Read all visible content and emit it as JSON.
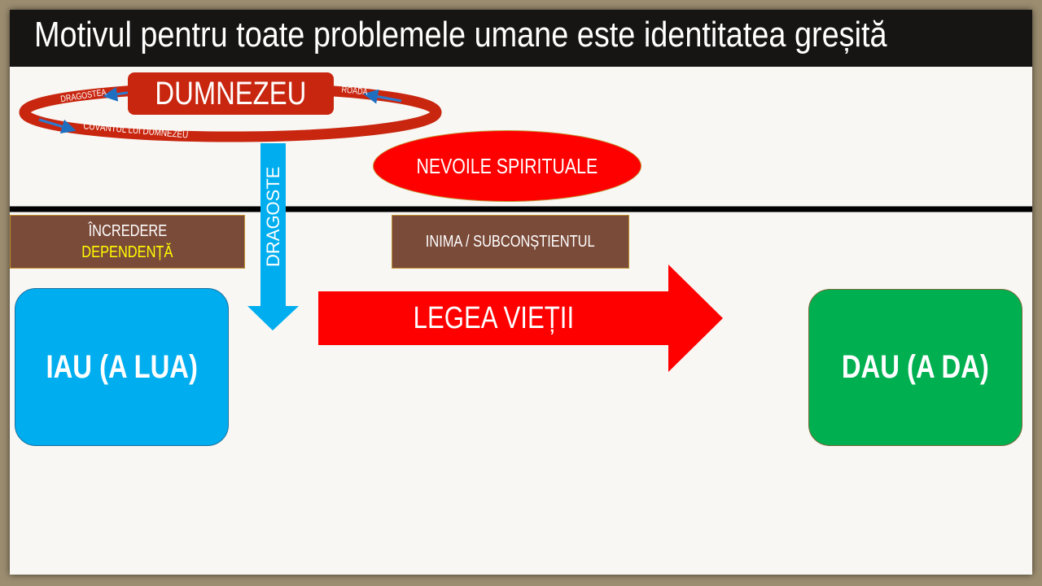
{
  "title": "Motivul pentru toate problemele umane este identitatea greșită",
  "colors": {
    "red": "#c8260f",
    "bright_red": "#ff0000",
    "blue": "#00aeef",
    "green": "#00b050",
    "brown": "#7b4b3a",
    "yellow": "#ffff00"
  },
  "cycle": {
    "center": "DUMNEZEU",
    "left_label": "DRAGOSTEA",
    "right_label": "ROADĂ",
    "bottom_label": "CUVÂNTUL LUI DUMNEZEU"
  },
  "spiritual_needs": "NEVOILE SPIRITUALE",
  "love_arrow": "DRAGOSTE",
  "trust_box": {
    "line1": "ÎNCREDERE",
    "line2": "DEPENDENȚĂ"
  },
  "heart_box": "INIMA / SUBCONȘTIENTUL",
  "law_arrow": "LEGEA VIEȚII",
  "take_box": "IAU (A LUA)",
  "give_box": "DAU (A DA)"
}
